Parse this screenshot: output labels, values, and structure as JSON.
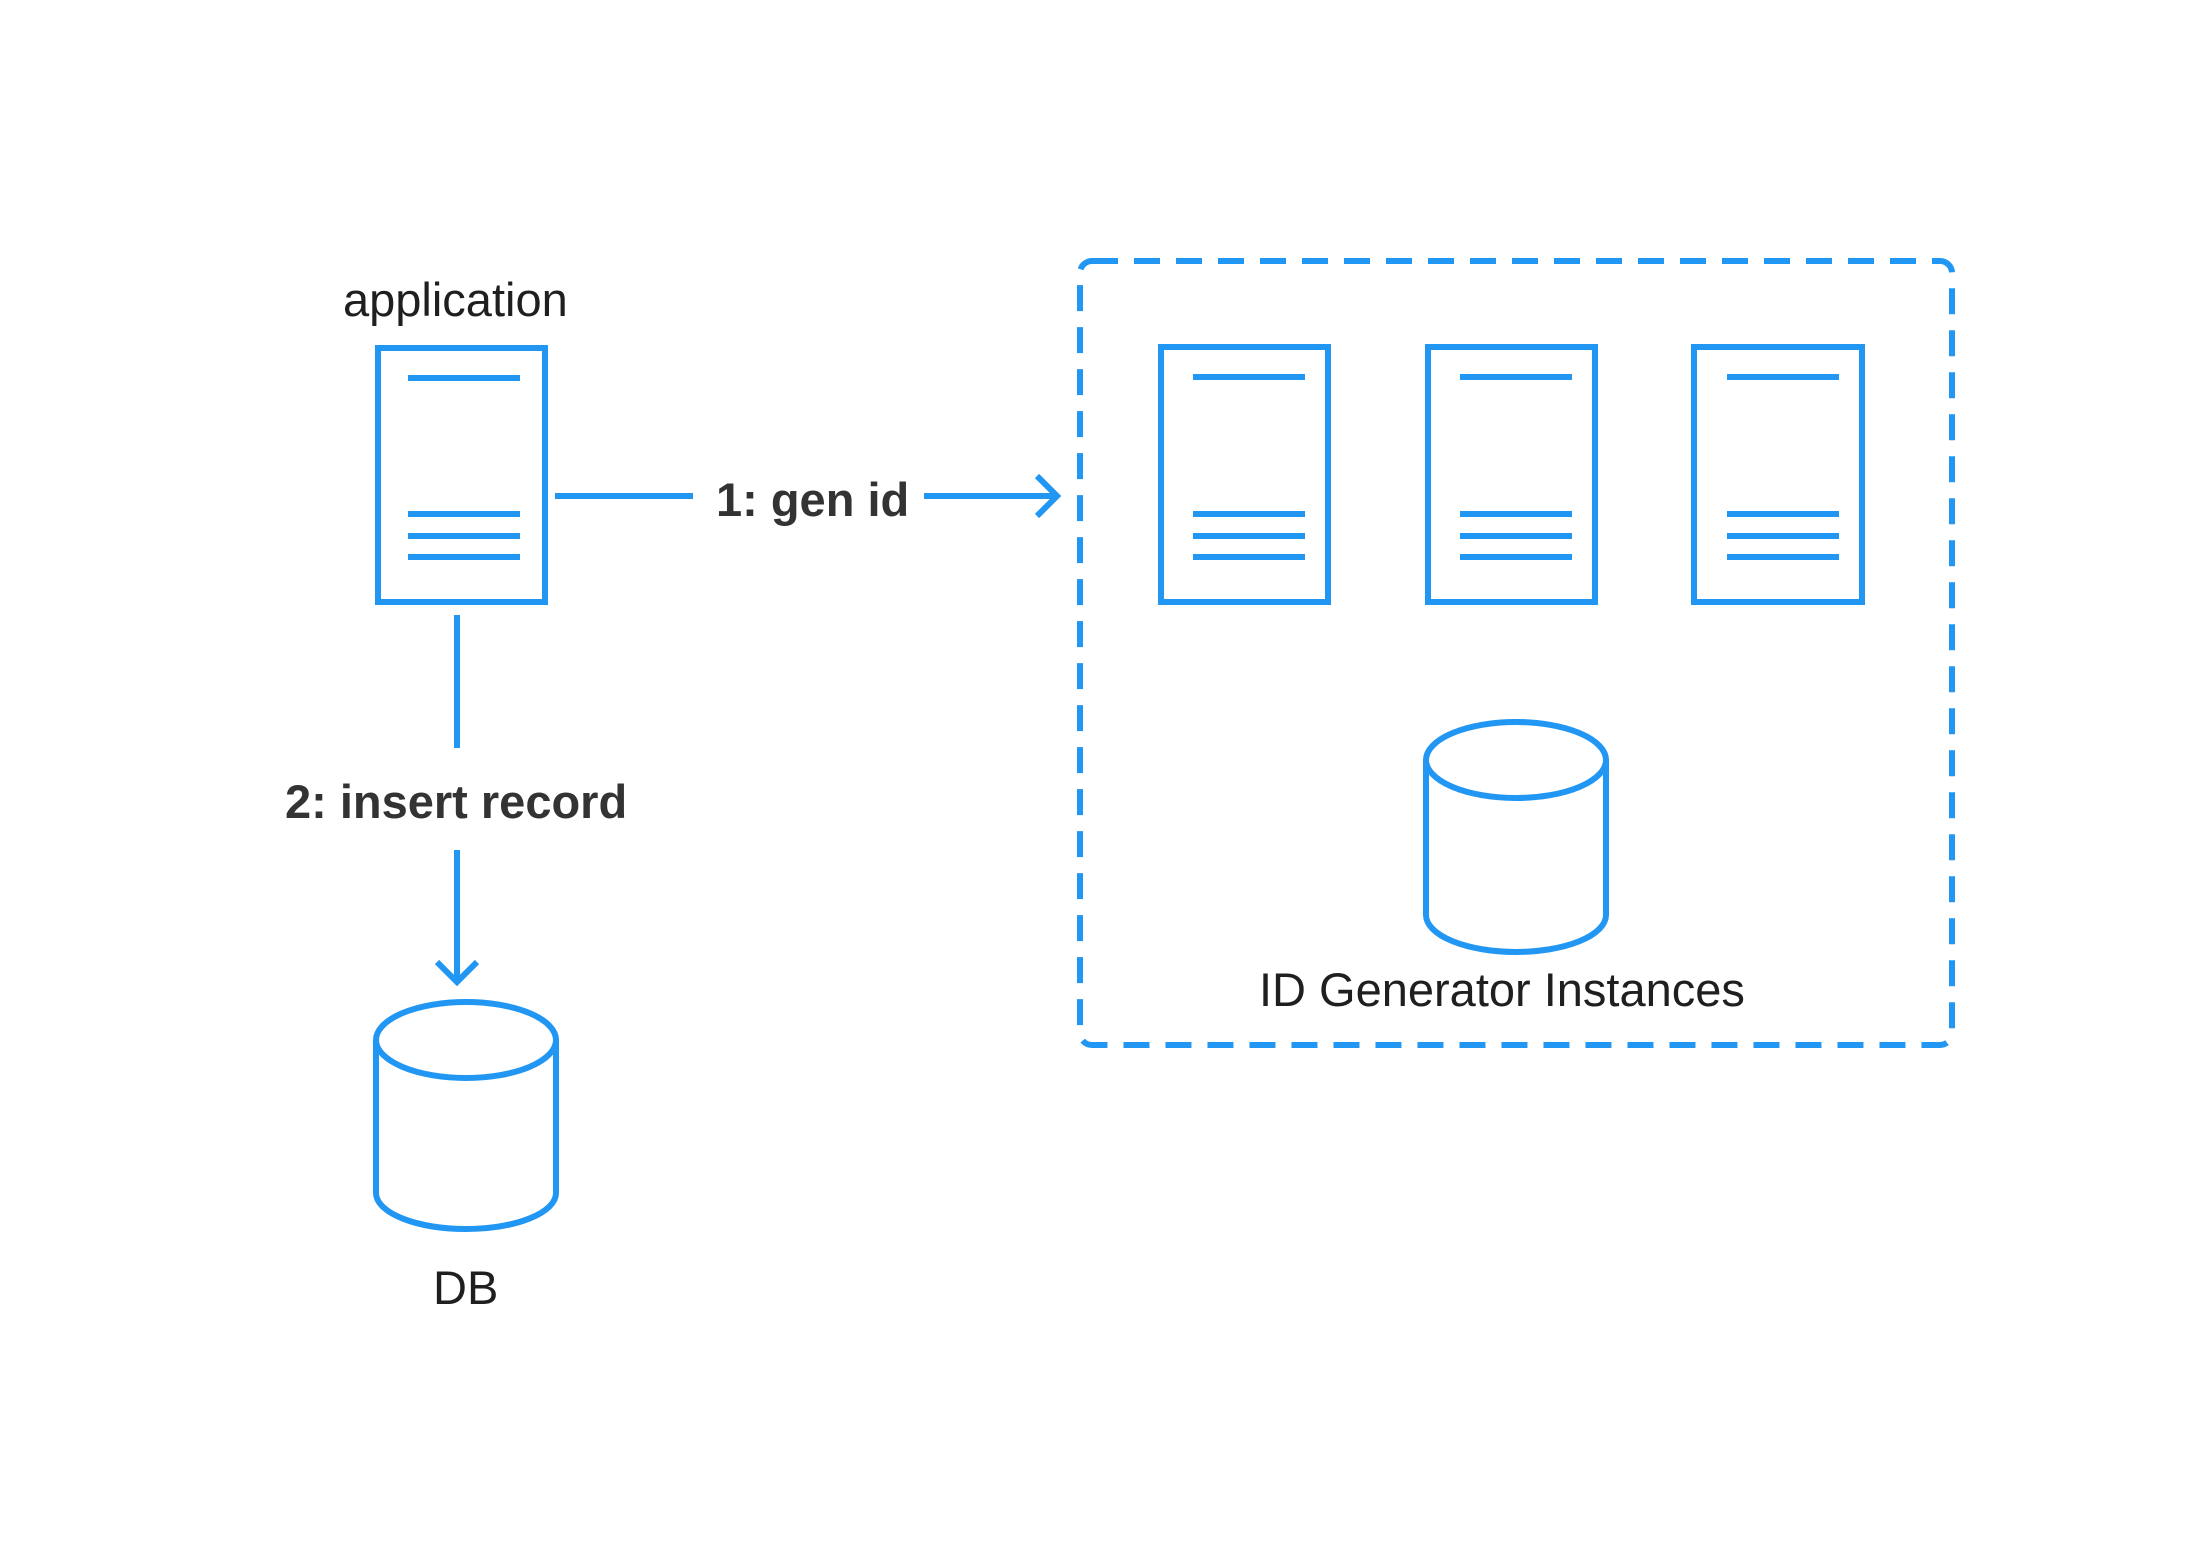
{
  "colors": {
    "accent": "#2196f3",
    "text": "#2b2b2b",
    "background": "#ffffff"
  },
  "nodes": {
    "application": {
      "label": "application",
      "icon": "server-icon"
    },
    "db": {
      "label": "DB",
      "icon": "database-icon"
    },
    "id_generator_group": {
      "label": "ID Generator Instances",
      "instances": [
        {
          "icon": "server-icon"
        },
        {
          "icon": "server-icon"
        },
        {
          "icon": "server-icon"
        }
      ],
      "storage": {
        "icon": "database-icon"
      }
    }
  },
  "edges": [
    {
      "from": "application",
      "to": "id_generator_group",
      "label": "1: gen id"
    },
    {
      "from": "application",
      "to": "db",
      "label": "2: insert record"
    }
  ]
}
